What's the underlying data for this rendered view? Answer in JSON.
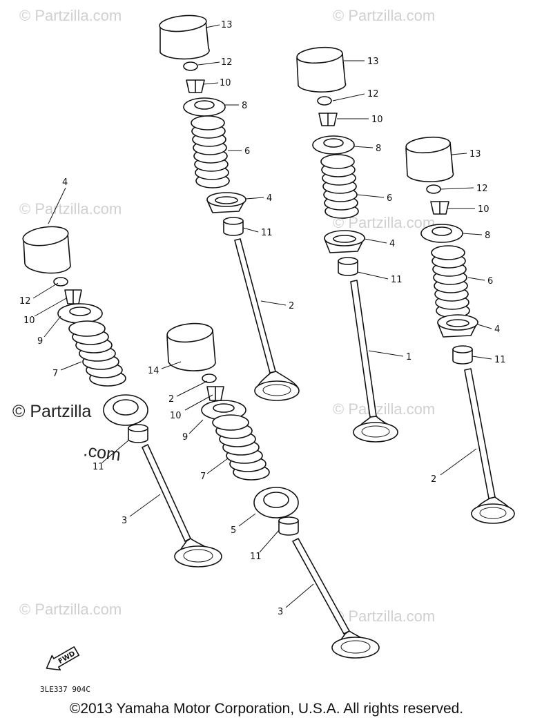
{
  "watermarks": {
    "small_text": "© Partzilla.com",
    "large_line1": "© Partzilla",
    "large_line2": ".com"
  },
  "diagram": {
    "callouts": {
      "c13a": "13",
      "c12a": "12",
      "c10a": "10",
      "c8a": "8",
      "c6a": "6",
      "c4a": "4",
      "c11a": "11",
      "c2a": "2",
      "c13b": "13",
      "c12b": "12",
      "c10b": "10",
      "c8b": "8",
      "c6b": "6",
      "c4b": "4",
      "c11b": "11",
      "c1b": "1",
      "c13c": "13",
      "c12c": "12",
      "c10c": "10",
      "c8c": "8",
      "c6c": "6",
      "c4c": "4",
      "c11c": "11",
      "c2c": "2",
      "c4d": "4",
      "c12d": "12",
      "c10d": "10",
      "c9d": "9",
      "c7d": "7",
      "c11d": "11",
      "c3d": "3",
      "c14e": "14",
      "c2e": "2",
      "c10e": "10",
      "c9e": "9",
      "c7e": "7",
      "c5e": "5",
      "c11e": "11",
      "c3e": "3"
    },
    "fwd_label": "FWD",
    "drawing_code": "3LE337 904C"
  },
  "footer": {
    "copyright": "©2013  Yamaha Motor Corporation, U.S.A. All rights reserved."
  }
}
